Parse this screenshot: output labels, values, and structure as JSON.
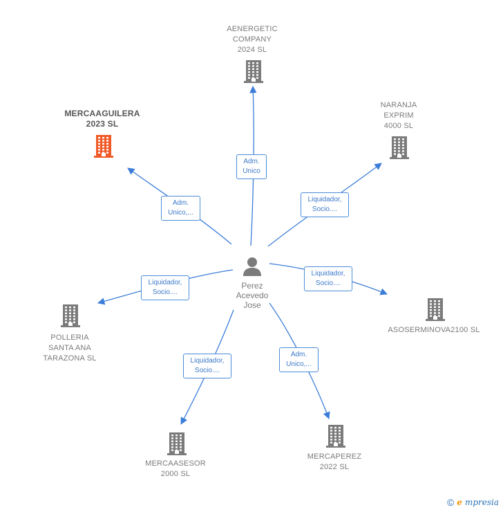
{
  "center": {
    "name": "Perez\nAcevedo\nJose",
    "icon": "person-icon"
  },
  "companies": [
    {
      "key": "aenergetic",
      "name": "AENERGETIC\nCOMPANY\n2024  SL",
      "role": "Adm.\nUnico",
      "highlight": false
    },
    {
      "key": "naranja",
      "name": "NARANJA\nEXPRIM\n4000  SL",
      "role": "Liquidador,\nSocio....",
      "highlight": false
    },
    {
      "key": "mercaaguilera",
      "name": "MERCAAGUILERA\n2023  SL",
      "role": "Adm.\nUnico,...",
      "highlight": true
    },
    {
      "key": "asoserminova",
      "name": "ASOSERMINOVA2100 SL",
      "role": "Liquidador,\nSocio....",
      "highlight": false
    },
    {
      "key": "polleria",
      "name": "POLLERIA\nSANTA ANA\nTARAZONA  SL",
      "role": "Liquidador,\nSocio....",
      "highlight": false
    },
    {
      "key": "mercaasesor",
      "name": "MERCAASESOR\n2000  SL",
      "role": "Liquidador,\nSocio....",
      "highlight": false
    },
    {
      "key": "mercaperez",
      "name": "MERCAPEREZ\n2022  SL",
      "role": "Adm.\nUnico,...",
      "highlight": false
    }
  ],
  "colors": {
    "edge": "#3b7dd8",
    "building": "#7b7b7b",
    "highlight": "#f05a28",
    "person": "#7b7b7b"
  },
  "footer": {
    "copyright": "©",
    "brand_initial": "e",
    "brand_rest": "mpresia"
  }
}
